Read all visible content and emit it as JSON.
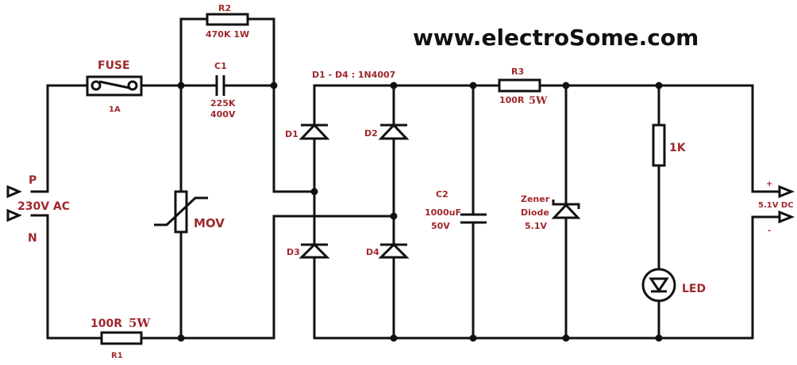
{
  "website": "www.electroSome.com",
  "colors": {
    "label": "#a0282c",
    "wire": "#111111",
    "background": "#ffffff"
  },
  "input": {
    "p_label": "P",
    "voltage_label": "230V AC",
    "n_label": "N"
  },
  "fuse": {
    "name": "FUSE",
    "rating": "1A"
  },
  "r2": {
    "name": "R2",
    "value": "470K 1W"
  },
  "c1": {
    "name": "C1",
    "value": "225K",
    "voltage": "400V"
  },
  "mov": {
    "name": "MOV"
  },
  "r1": {
    "name": "R1",
    "value_part1": "100R",
    "value_part2": "5W"
  },
  "bridge": {
    "note": "D1 - D4 : 1N4007",
    "d1": "D1",
    "d2": "D2",
    "d3": "D3",
    "d4": "D4"
  },
  "c2": {
    "name": "C2",
    "value": "1000uF",
    "voltage": "50V"
  },
  "r3": {
    "name": "R3",
    "value_part1": "100R",
    "value_part2": "5W"
  },
  "zener": {
    "line1": "Zener",
    "line2": "Diode",
    "line3": "5.1V"
  },
  "r_led": {
    "value": "1K"
  },
  "led": {
    "name": "LED"
  },
  "output": {
    "plus": "+",
    "voltage_label": "5.1V DC",
    "minus": "-"
  }
}
